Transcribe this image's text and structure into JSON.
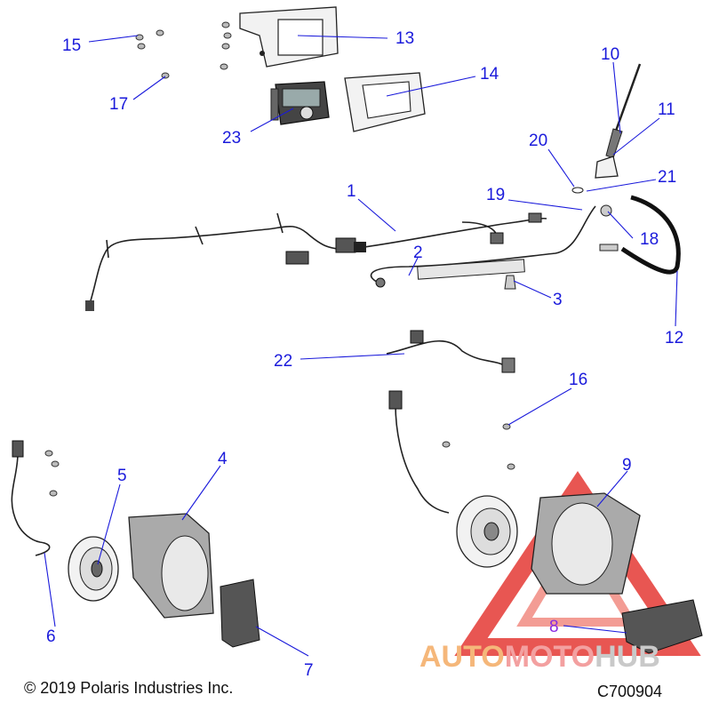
{
  "copyright": "© 2019 Polaris Industries Inc.",
  "figure_code": "C700904",
  "watermark": {
    "word_a": "AUTO",
    "word_b": "MOTO",
    "word_c": "HUB",
    "color_a": "#f5b77a",
    "color_b": "#f3a0a0",
    "color_c": "#c9c9c9",
    "logo_color": "#e53935"
  },
  "callouts": [
    "1",
    "2",
    "3",
    "4",
    "5",
    "6",
    "7",
    "8",
    "9",
    "10",
    "11",
    "12",
    "13",
    "14",
    "15",
    "16",
    "17",
    "18",
    "19",
    "20",
    "21",
    "22",
    "23"
  ],
  "callout_color": "#1a1adb"
}
